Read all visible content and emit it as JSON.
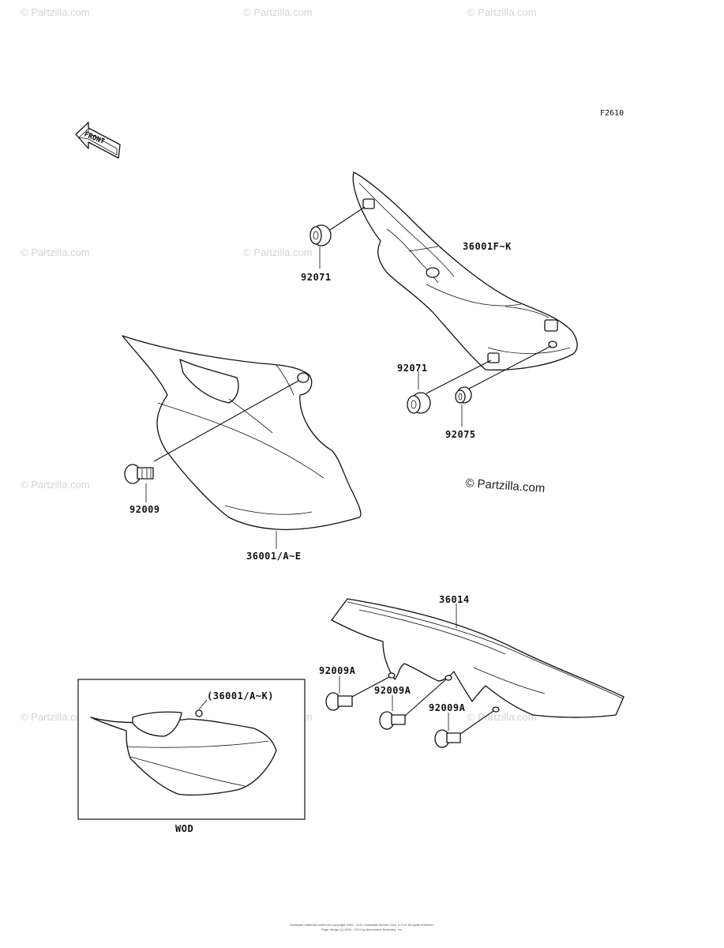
{
  "figure_code": "F2610",
  "front_label": "FRONT",
  "copyright_mark": "© Partzilla.com",
  "watermark_text": "© Partzilla.com",
  "callouts": {
    "side_cover_right": "36001F~K",
    "grommet_top": "92071",
    "grommet_mid": "92071",
    "grommet_small": "92075",
    "bolt_left": "92009",
    "side_cover_left": "36001/A~E",
    "chain_cover": "36014",
    "bolt_a1": "92009A",
    "bolt_a2": "92009A",
    "bolt_a3": "92009A"
  },
  "inset": {
    "callout": "(36001/A~K)",
    "caption": "WOD"
  },
  "footer_lines": [
    "Kawasaki materials within are copyright 1995 - 2011, Kawasaki Motors Corp. U.S.A. All rights reserved.",
    "Page design (c) 2003 - 2011 by Automotive Networks, Inc."
  ]
}
